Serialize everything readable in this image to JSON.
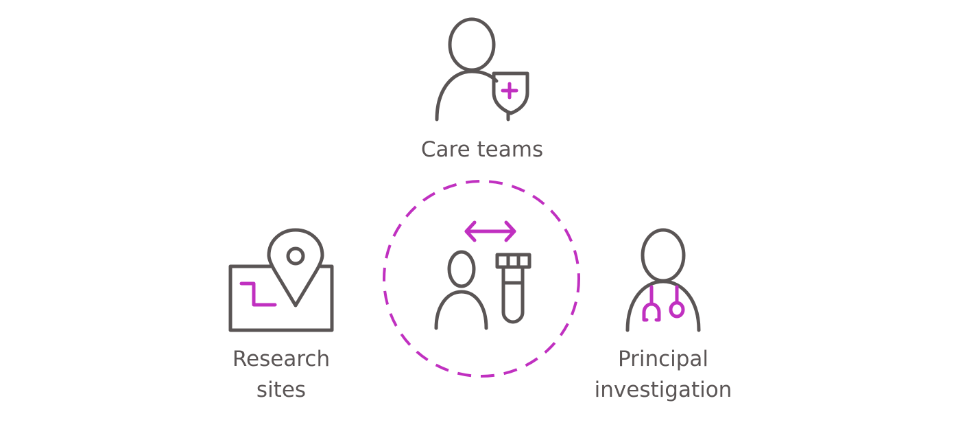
{
  "colors": {
    "icon": "#5a5555",
    "accent": "#c030c0",
    "background": "#ffffff"
  },
  "nodes": {
    "top": {
      "label": "Care teams",
      "icon": "person-shield-icon"
    },
    "left": {
      "label_lines": [
        "Research",
        "sites"
      ],
      "icon": "map-pin-icon"
    },
    "center": {
      "icon": "patient-test-tube-exchange-icon"
    },
    "right": {
      "label_lines": [
        "Principal",
        "investigation"
      ],
      "icon": "doctor-stethoscope-icon"
    }
  }
}
